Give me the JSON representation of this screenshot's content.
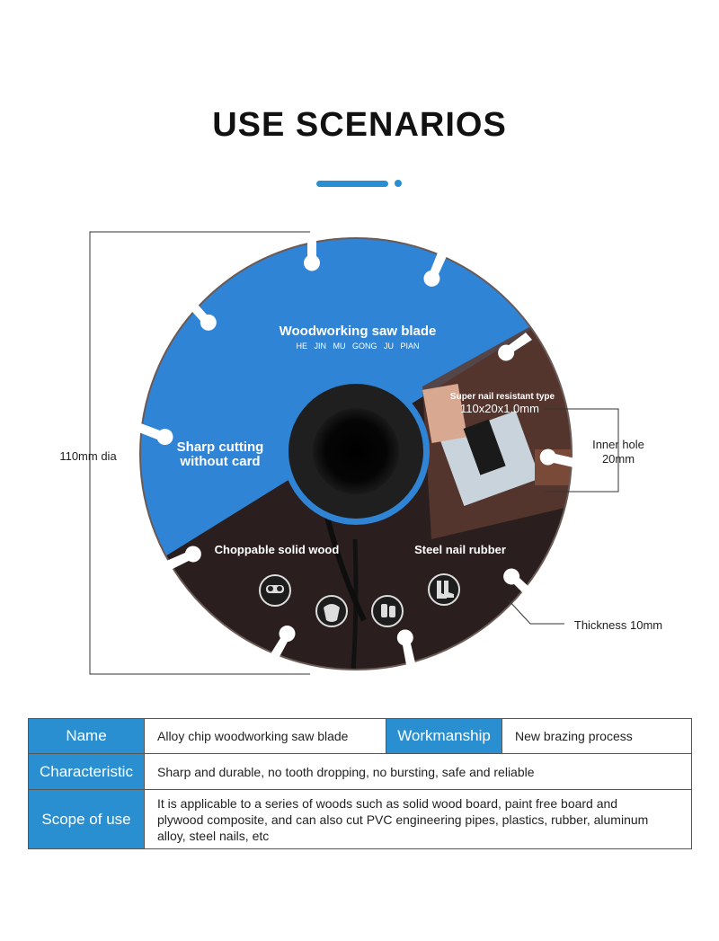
{
  "heading": "USE SCENARIOS",
  "colors": {
    "accent": "#2a8fd0",
    "blade_blue": "#2f84d6",
    "blade_dark": "#2a1f1e"
  },
  "blade": {
    "title": "Woodworking saw blade",
    "subtitle": "HE   JIN   MU   GONG   JU   PIAN",
    "left_text_1": "Sharp cutting",
    "left_text_2": "without card",
    "type_text": "Super nail resistant type",
    "spec_text": "110x20x1.0mm",
    "bottom_left": "Choppable solid wood",
    "bottom_right": "Steel nail rubber",
    "icons": [
      "goggles-icon",
      "mask-icon",
      "gloves-icon",
      "boots-icon"
    ]
  },
  "callouts": {
    "diameter": "110mm dia",
    "inner_hole_1": "Inner hole",
    "inner_hole_2": "20mm",
    "thickness": "Thickness 10mm"
  },
  "table": {
    "name_label": "Name",
    "name_value": "Alloy chip woodworking saw blade",
    "workmanship_label": "Workmanship",
    "workmanship_value": "New brazing process",
    "characteristic_label": "Characteristic",
    "characteristic_value": "Sharp and durable, no tooth dropping, no bursting, safe and reliable",
    "scope_label": "Scope of use",
    "scope_value_1": "It is applicable to a series of woods such as solid wood board, paint free board and",
    "scope_value_2": "plywood composite, and can also cut PVC engineering pipes, plastics, rubber, aluminum",
    "scope_value_3": "alloy, steel nails, etc"
  }
}
